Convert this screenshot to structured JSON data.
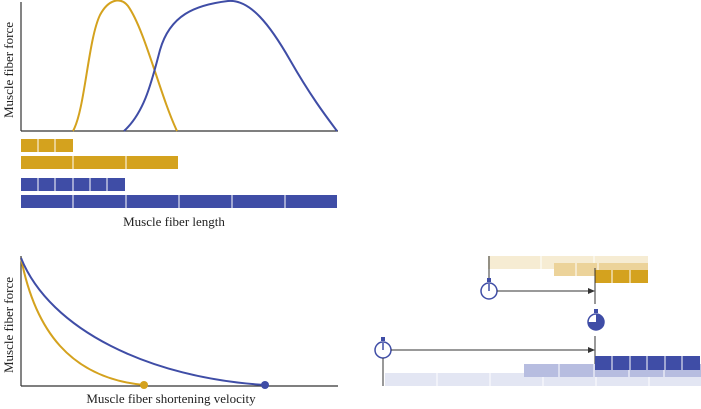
{
  "colors": {
    "gold": "#d4a21e",
    "blue": "#3f4da6",
    "gold_pale": "#f6ecd3",
    "gold_mid": "#ecd39a",
    "blue_pale": "#e3e6f3",
    "blue_mid": "#b7bde0",
    "axis": "#333333"
  },
  "top_panel": {
    "ylabel": "Muscle fiber force",
    "xlabel": "Muscle fiber length"
  },
  "bottom_panel": {
    "ylabel": "Muscle fiber force",
    "xlabel": "Muscle fiber shortening velocity"
  },
  "icons": [
    "stopwatch-start-icon",
    "stopwatch-elapsed-icon",
    "stopwatch-start-icon"
  ]
}
